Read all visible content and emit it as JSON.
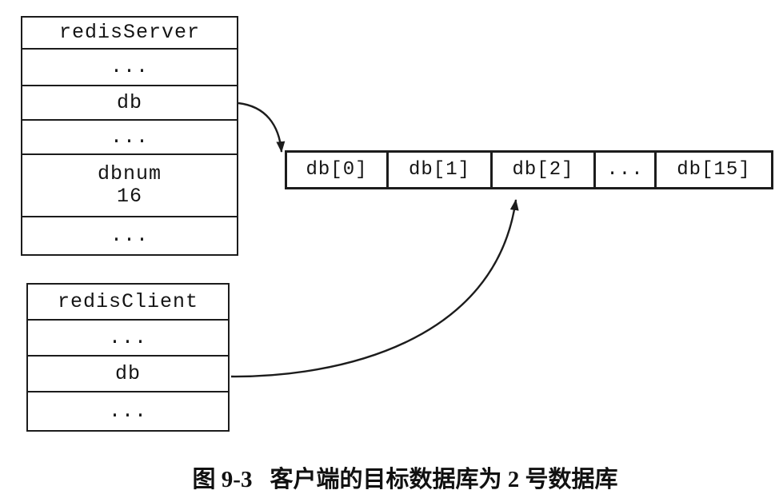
{
  "diagram": {
    "colors": {
      "background": "#ffffff",
      "line": "#1c1c1c",
      "text": "#141414"
    },
    "server_struct": {
      "title": "redisServer",
      "rows": [
        {
          "label": "..."
        },
        {
          "label": "db"
        },
        {
          "label": "..."
        },
        {
          "label": "dbnum",
          "value": "16"
        },
        {
          "label": "..."
        }
      ]
    },
    "client_struct": {
      "title": "redisClient",
      "rows": [
        {
          "label": "..."
        },
        {
          "label": "db"
        },
        {
          "label": "..."
        }
      ]
    },
    "db_array": {
      "cells": [
        "db[0]",
        "db[1]",
        "db[2]",
        "...",
        "db[15]"
      ]
    },
    "arrows": [
      {
        "name": "server-db-to-array",
        "from": "redisServer.db",
        "to": "db array head"
      },
      {
        "name": "client-db-to-db2",
        "from": "redisClient.db",
        "to": "db[2]"
      }
    ],
    "caption": {
      "figure_label": "图 9-3",
      "figure_title": "客户端的目标数据库为 2 号数据库"
    }
  }
}
